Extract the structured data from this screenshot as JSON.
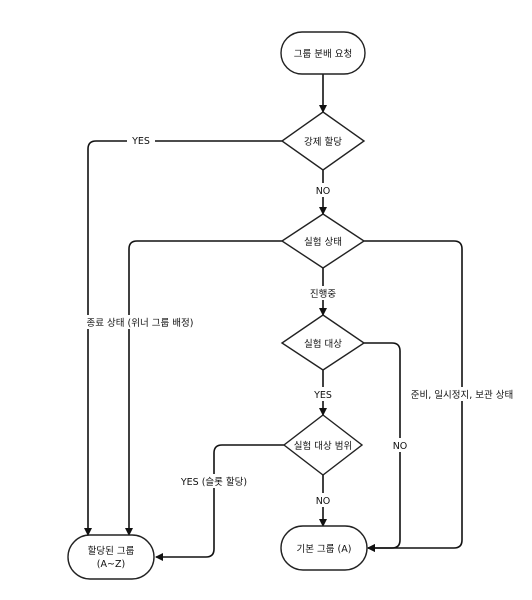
{
  "nodes": {
    "start": "그룹 분배 요청",
    "force_assign": "강제 할당",
    "experiment_state": "실험 상태",
    "experiment_target": "실험 대상",
    "experiment_range": "실험 대상 범위",
    "assigned_group_line1": "할당된 그룹",
    "assigned_group_line2": "(A~Z)",
    "default_group": "기본 그룹 (A)"
  },
  "edges": {
    "force_yes": "YES",
    "force_no": "NO",
    "state_finished": "종료 상태 (위너 그룹 배정)",
    "state_running": "진행중",
    "state_other": "준비, 일시정지, 보관 상태",
    "target_yes": "YES",
    "target_no": "NO",
    "range_yes": "YES (슬롯 할당)",
    "range_no": "NO"
  },
  "colors": {
    "stroke": "#222222",
    "fill": "#ffffff",
    "text": "#111111"
  }
}
